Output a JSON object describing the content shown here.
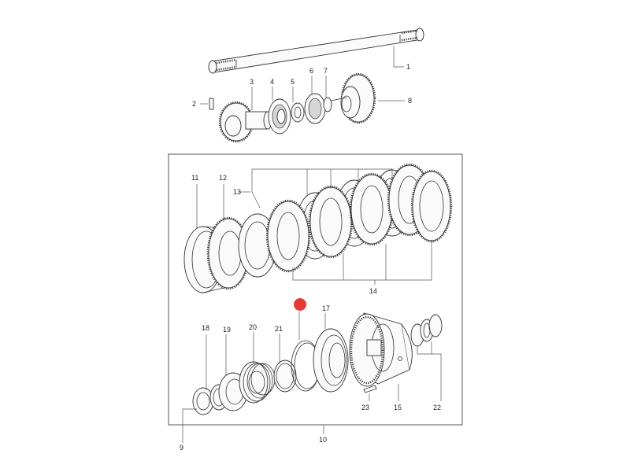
{
  "callouts": {
    "c1": "1",
    "c2": "2",
    "c3": "3",
    "c4": "4",
    "c5": "5",
    "c6": "6",
    "c7": "7",
    "c8": "8",
    "c9": "9",
    "c10": "10",
    "c11": "11",
    "c12": "12",
    "c13": "13",
    "c14": "14",
    "c15": "15",
    "c17": "17",
    "c18": "18",
    "c19": "19",
    "c20": "20",
    "c21": "21",
    "c22": "22",
    "c23": "23"
  },
  "hotspot_color": "#e53935"
}
